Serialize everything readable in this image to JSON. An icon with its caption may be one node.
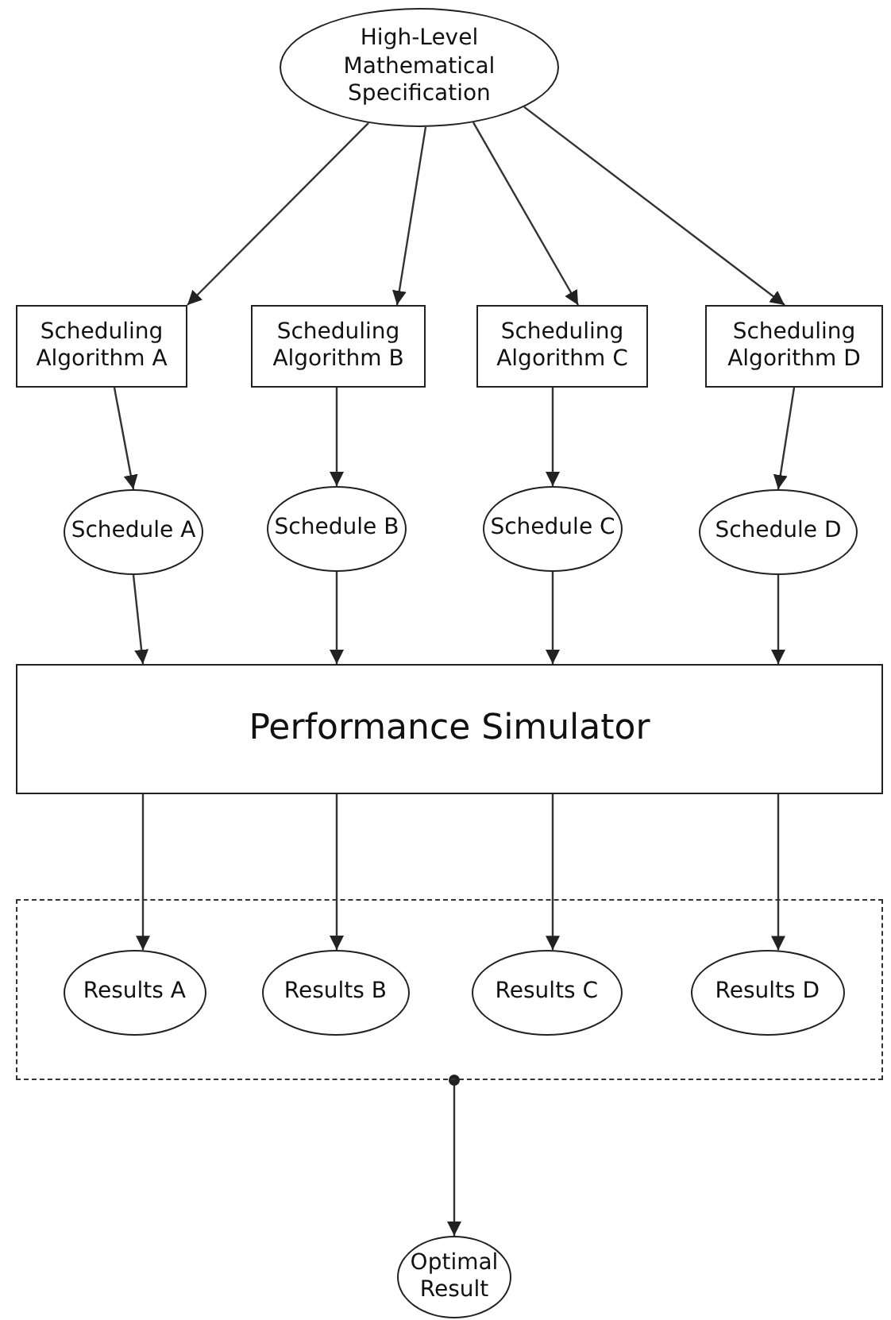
{
  "diagram": {
    "nodes": [
      {
        "text": [
          "High-Level Mathematical Specification"
        ]
      },
      {
        "text": [
          "Scheduling Algorithm A"
        ]
      },
      {
        "text": [
          "Scheduling Algorithm B"
        ]
      },
      {
        "text": [
          "Scheduling Algorithm C"
        ]
      },
      {
        "text": [
          "Scheduling Algorithm D"
        ]
      },
      {
        "text": [
          "Schedule A"
        ]
      },
      {
        "text": [
          "Schedule B"
        ]
      },
      {
        "text": [
          "Schedule C"
        ]
      },
      {
        "text": [
          "Schedule D"
        ]
      },
      {
        "text": [
          "Performance Simulator"
        ]
      },
      {
        "text": [],
        "shape": "box"
      },
      {
        "text": [
          "Results A"
        ],
        "in": 10
      },
      {
        "text": [
          "Results B"
        ],
        "in": 10
      },
      {
        "text": [
          "Results C"
        ],
        "in": 10
      },
      {
        "text": [
          "Results D"
        ],
        "in": 10
      },
      {
        "text": [
          "Optimal Result"
        ]
      }
    ],
    "edges": [
      {
        "from": 0,
        "to": 1,
        "arrow": "to"
      },
      {
        "from": 0,
        "to": 2,
        "arrow": "to"
      },
      {
        "from": 0,
        "to": 3,
        "arrow": "to"
      },
      {
        "from": 0,
        "to": 4,
        "arrow": "to"
      },
      {
        "from": 1,
        "to": 5,
        "arrow": "to"
      },
      {
        "from": 2,
        "to": 6,
        "arrow": "to"
      },
      {
        "from": 3,
        "to": 7,
        "arrow": "to"
      },
      {
        "from": 4,
        "to": 8,
        "arrow": "to"
      },
      {
        "from": 5,
        "to": 9,
        "arrow": "to"
      },
      {
        "from": 6,
        "to": 9,
        "arrow": "to"
      },
      {
        "from": 7,
        "to": 9,
        "arrow": "to"
      },
      {
        "from": 8,
        "to": 9,
        "arrow": "to"
      },
      {
        "from": 9,
        "to": 11,
        "arrow": "to"
      },
      {
        "from": 9,
        "to": 12,
        "arrow": "to"
      },
      {
        "from": 9,
        "to": 13,
        "arrow": "to"
      },
      {
        "from": 9,
        "to": 14,
        "arrow": "to"
      },
      {
        "from": 10,
        "to": 15,
        "arrow": "to"
      }
    ]
  }
}
